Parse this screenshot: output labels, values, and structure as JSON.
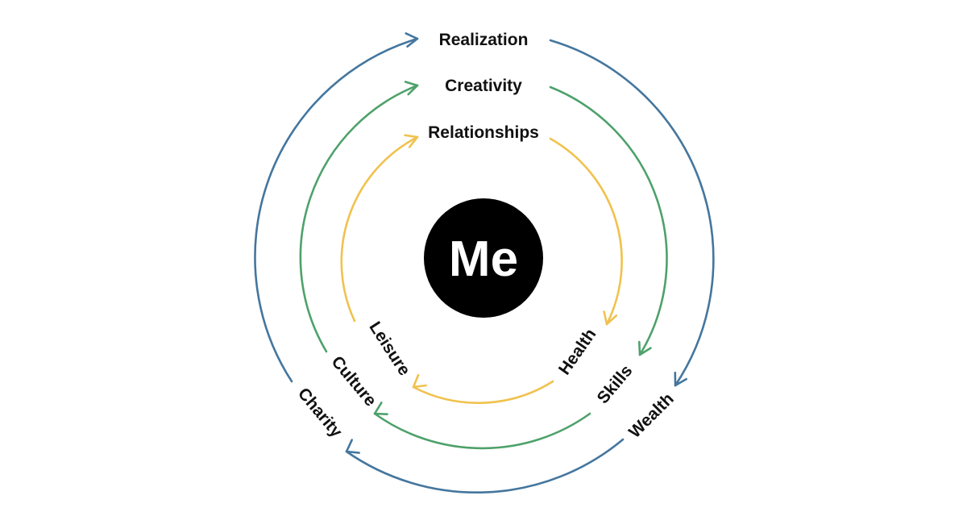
{
  "center": {
    "label": "Me",
    "color": "#000000"
  },
  "rings": [
    {
      "color": "#f0c24e",
      "top_label": "Relationships",
      "right_label": "Health",
      "left_label": "Leisure"
    },
    {
      "color": "#4ea16b",
      "top_label": "Creativity",
      "right_label": "Skills",
      "left_label": "Culture"
    },
    {
      "color": "#44769e",
      "top_label": "Realization",
      "right_label": "Wealth",
      "left_label": "Charity"
    }
  ]
}
